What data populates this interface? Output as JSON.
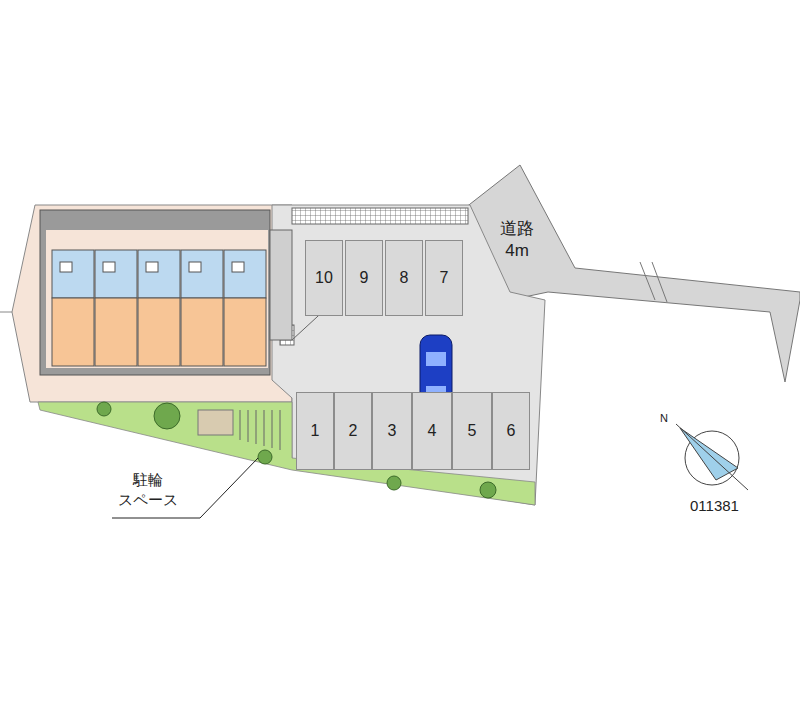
{
  "diagram": {
    "nodes": [
      {
        "text": [
          "10"
        ]
      },
      {
        "text": [
          "9"
        ]
      },
      {
        "text": [
          "8"
        ]
      },
      {
        "text": [
          "7"
        ]
      },
      {
        "text": [
          "1"
        ]
      },
      {
        "text": [
          "2"
        ]
      },
      {
        "text": [
          "3"
        ]
      },
      {
        "text": [
          "4"
        ]
      },
      {
        "text": [
          "5"
        ]
      },
      {
        "text": [
          "6"
        ]
      }
    ],
    "labels": [
      "道路 4m",
      "駐輪 スペース",
      "N",
      "011381"
    ]
  }
}
